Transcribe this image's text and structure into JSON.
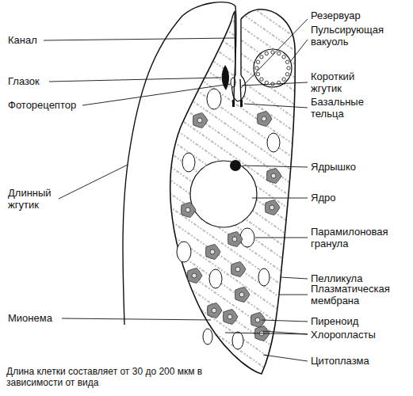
{
  "diagram": {
    "caption": "Длина клетки составляет от 30 до 200 мкм в зависимости от вида",
    "labels": [
      "Канал",
      "Глазок",
      "Фоторецептор",
      "Длинный жгутик",
      "Мионема",
      "Резервуар",
      "Пульсирующая вакуоль",
      "Короткий жгутик",
      "Базальные тельца",
      "Ядрышко",
      "Ядро",
      "Парамилоновая гранула",
      "Пелликула",
      "Плазматическая мембрана",
      "Пиреноид",
      "Хлоропласты",
      "Цитоплазма"
    ]
  }
}
